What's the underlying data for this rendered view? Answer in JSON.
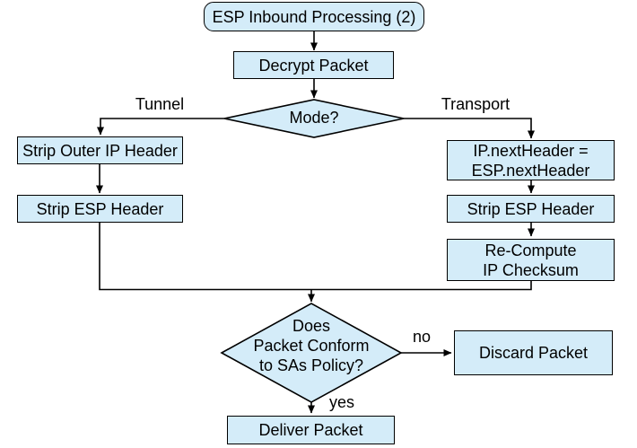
{
  "diagram": {
    "title": "ESP Inbound Processing (2)",
    "colors": {
      "node_fill": "#d4ecf9",
      "node_border": "#000000",
      "connector": "#000000",
      "text": "#000000",
      "background": "#ffffff"
    },
    "nodes": {
      "start": {
        "label": "ESP Inbound Processing (2)",
        "shape": "rounded"
      },
      "decrypt": {
        "label": "Decrypt Packet",
        "shape": "process"
      },
      "mode": {
        "label": "Mode?",
        "shape": "decision"
      },
      "strip_outer": {
        "label": "Strip Outer IP Header",
        "shape": "process"
      },
      "strip_esp_left": {
        "label": "Strip ESP Header",
        "shape": "process"
      },
      "ip_next_header": {
        "lines": [
          "IP.nextHeader =",
          "ESP.nextHeader"
        ],
        "shape": "process"
      },
      "strip_esp_right": {
        "label": "Strip ESP Header",
        "shape": "process"
      },
      "recompute": {
        "lines": [
          "Re-Compute",
          "IP Checksum"
        ],
        "shape": "process"
      },
      "policy": {
        "lines": [
          "Does",
          "Packet Conform",
          "to SAs Policy?"
        ],
        "shape": "decision"
      },
      "discard": {
        "label": "Discard Packet",
        "shape": "process"
      },
      "deliver": {
        "label": "Deliver Packet",
        "shape": "process"
      }
    },
    "edge_labels": {
      "tunnel": "Tunnel",
      "transport": "Transport",
      "no": "no",
      "yes": "yes"
    }
  }
}
